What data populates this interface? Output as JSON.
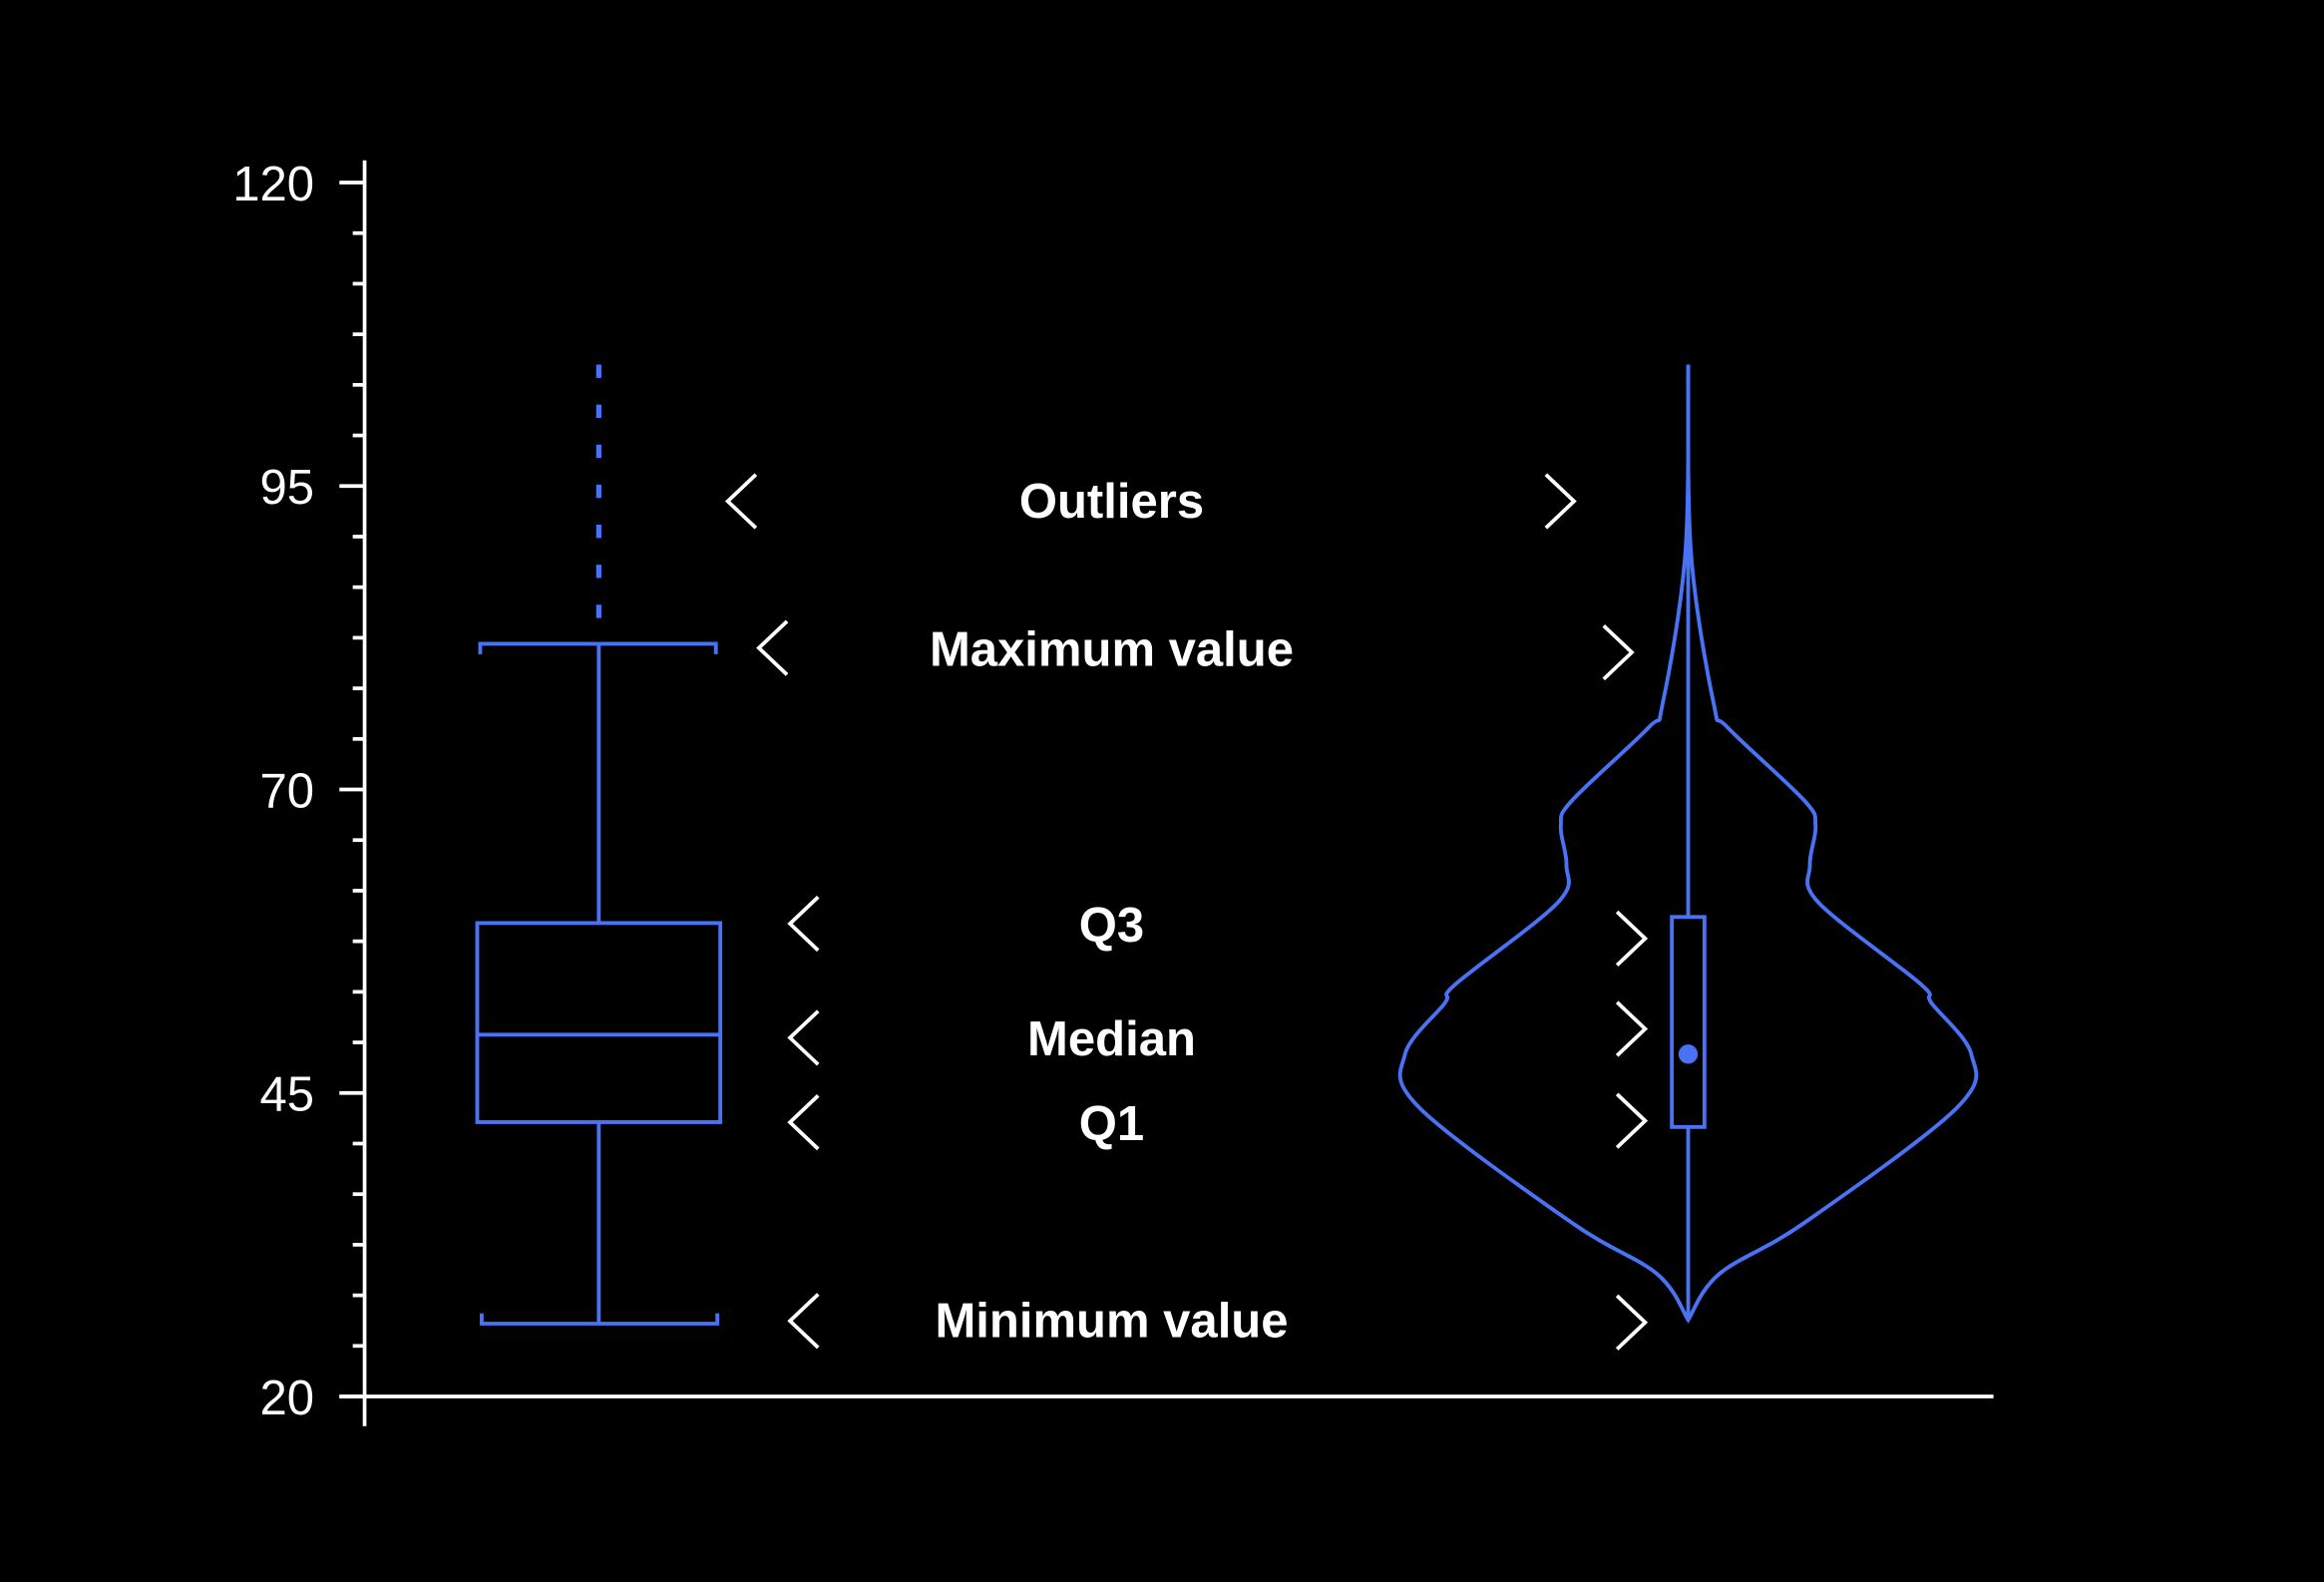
{
  "chart_data": {
    "type": "box-violin",
    "title": "",
    "xlabel": "",
    "ylabel": "",
    "ylim": [
      20,
      120
    ],
    "yticks": [
      20,
      45,
      70,
      95,
      120
    ],
    "minor_ticks_per_major": 6,
    "grid": false,
    "colors": {
      "series": "#4a72f5",
      "axis": "#ffffff",
      "background": "#000000",
      "labels": "#ffffff"
    },
    "boxplot": {
      "min": 26,
      "q1": 42.6,
      "median": 49.8,
      "q3": 59,
      "max": 82,
      "outlier_range": [
        84,
        105
      ]
    },
    "violin": {
      "q1": 42.2,
      "q3": 59.5,
      "median": 48.2,
      "min": 26.3,
      "max": 105,
      "density_profile": [
        [
          105,
          0
        ],
        [
          89.5,
          0.01
        ],
        [
          77.1,
          0.09
        ],
        [
          75.1,
          0.14
        ],
        [
          69.1,
          0.41
        ],
        [
          67,
          0.45
        ],
        [
          63.8,
          0.43
        ],
        [
          60.7,
          0.46
        ],
        [
          54,
          0.82
        ],
        [
          52.4,
          0.86
        ],
        [
          48.2,
          1.0
        ],
        [
          43.8,
          0.95
        ],
        [
          34.3,
          0.41
        ],
        [
          30.1,
          0.11
        ],
        [
          26.3,
          0
        ]
      ]
    },
    "annotations": [
      {
        "key": "outliers",
        "text": "Outliers",
        "value": 93.8
      },
      {
        "key": "max",
        "text": "Maximum value",
        "value": 82
      },
      {
        "key": "q3",
        "text": "Q3",
        "value": 59
      },
      {
        "key": "median",
        "text": "Median",
        "value": 49.8
      },
      {
        "key": "q1",
        "text": "Q1",
        "value": 42.6
      },
      {
        "key": "min",
        "text": "Minimum value",
        "value": 26
      }
    ]
  }
}
